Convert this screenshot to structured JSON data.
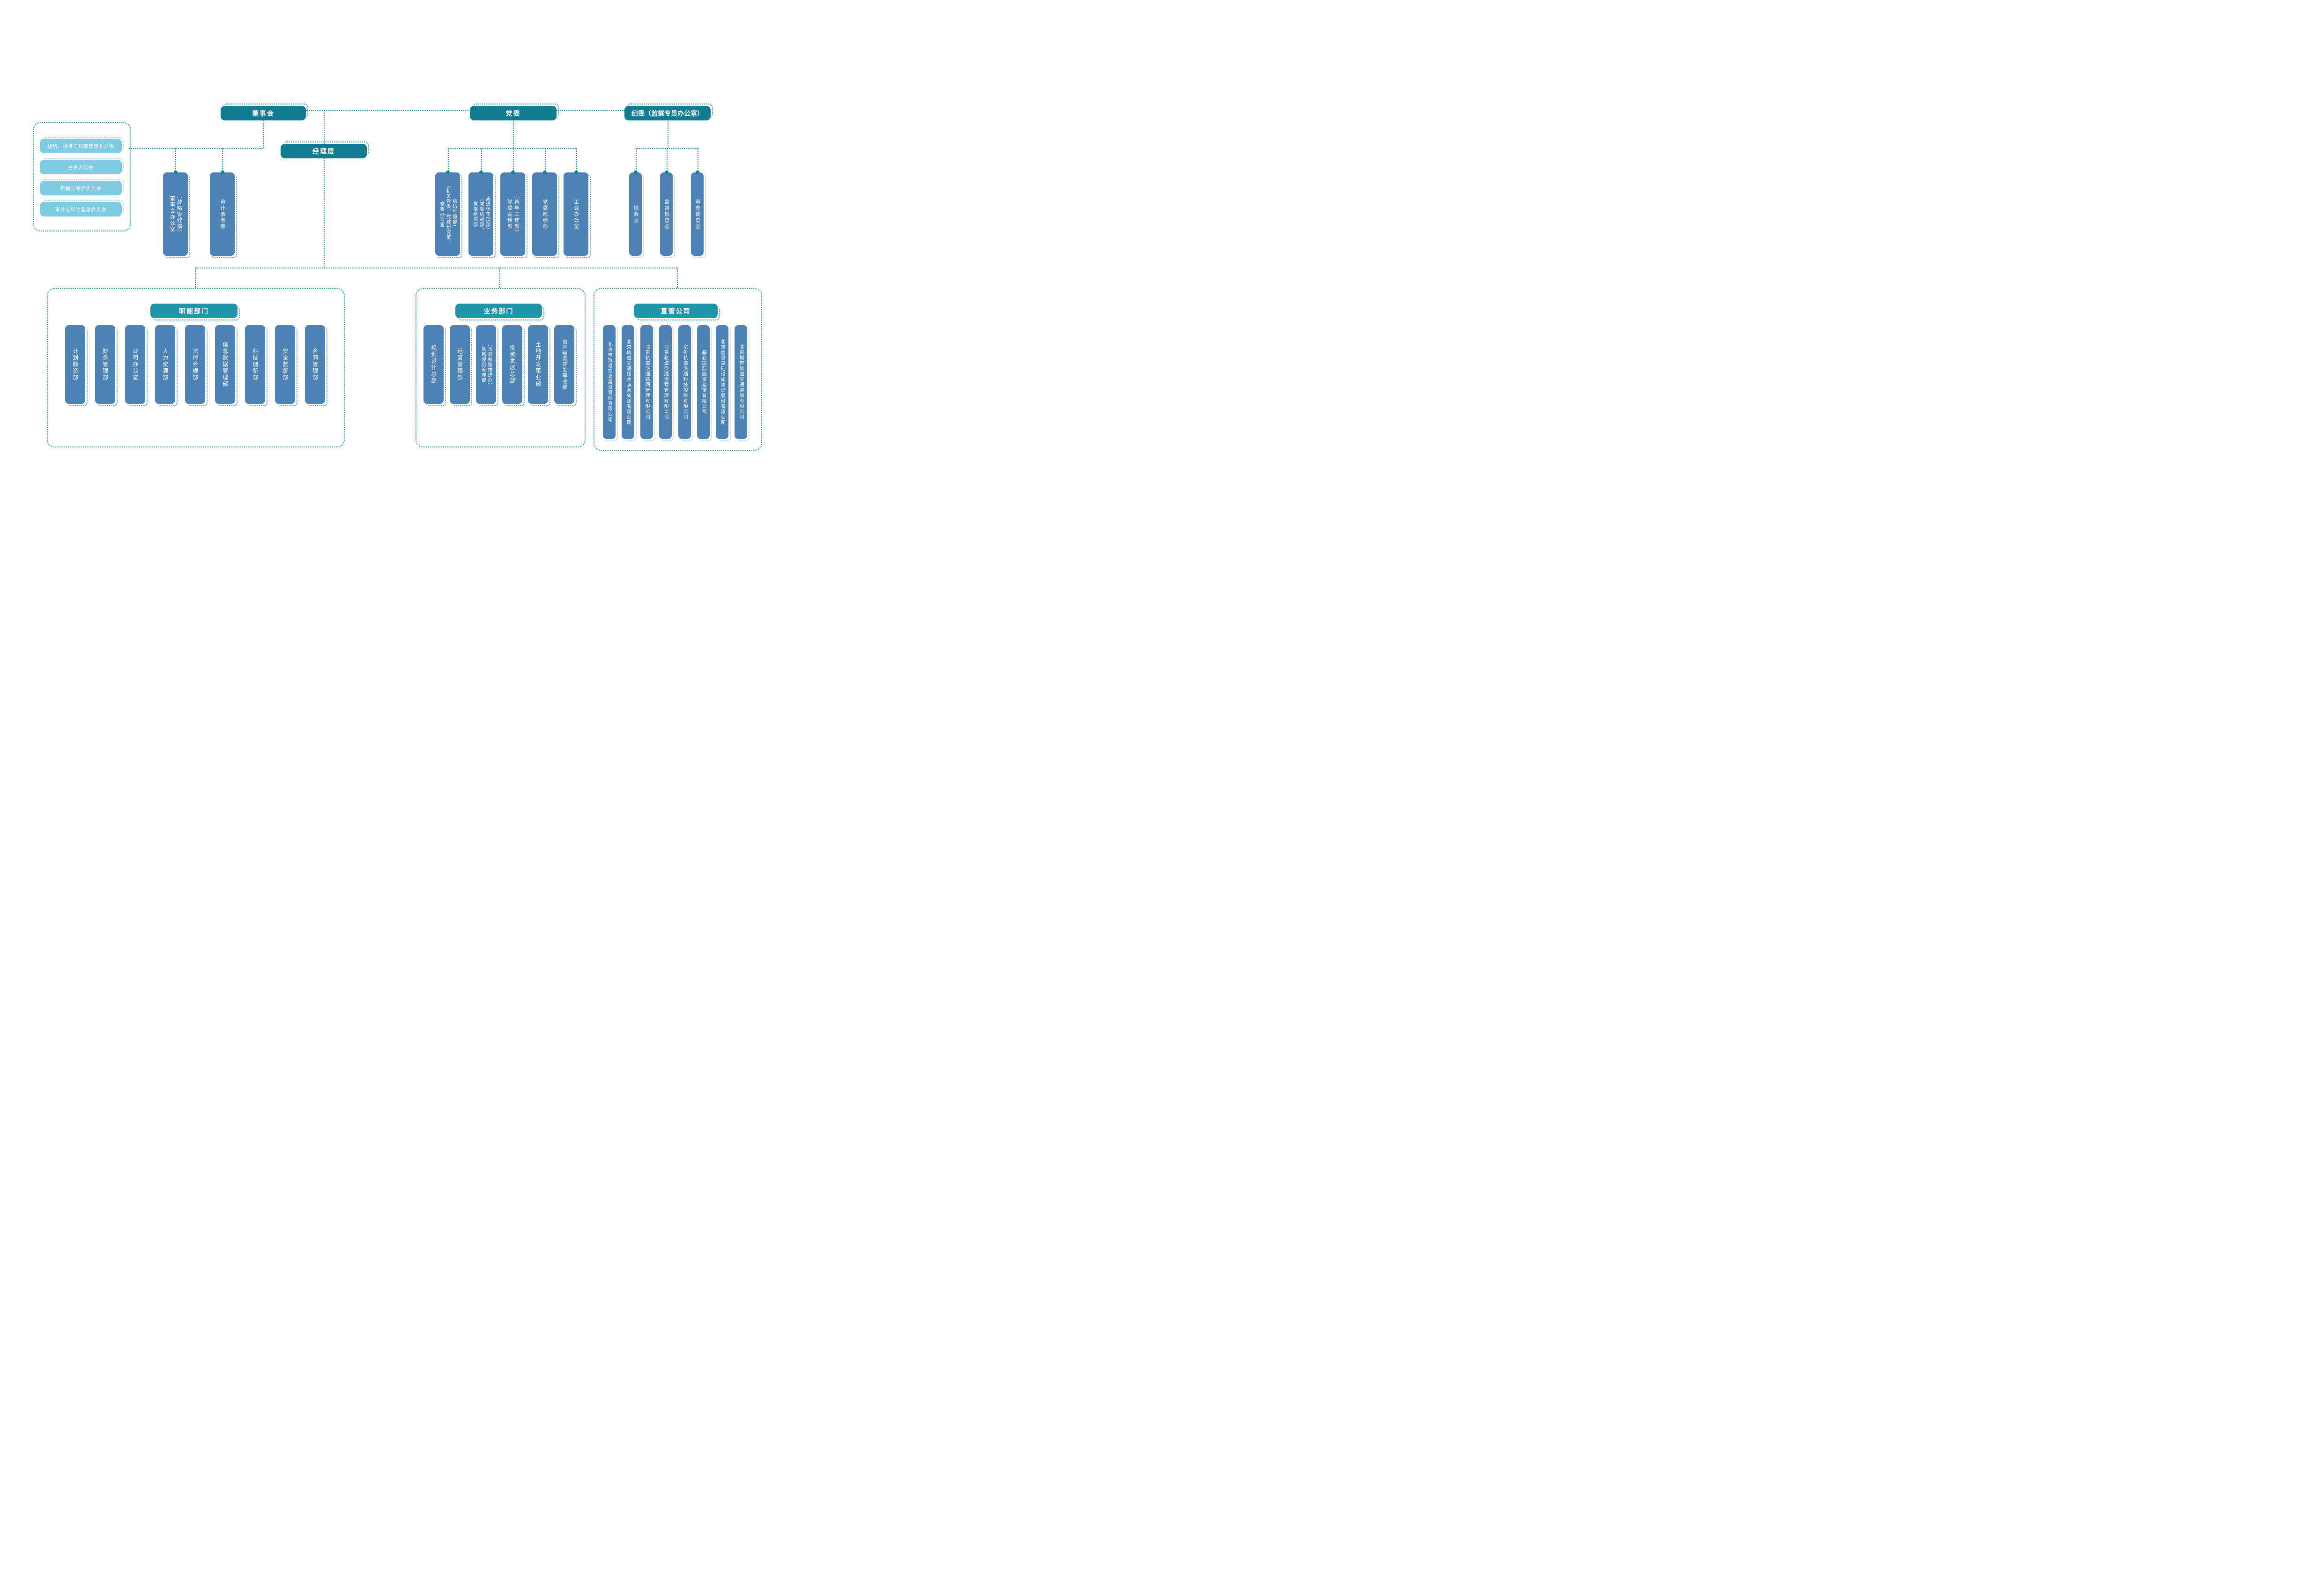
{
  "palette": {
    "teal_dark": "#107b8f",
    "teal_header": "#1e95a8",
    "steel_blue": "#4d82b4",
    "light_blue": "#7ecbe2",
    "connector": "#2e95aa"
  },
  "top": {
    "board": "董事会",
    "management": "经理层",
    "party": "党委",
    "discipline": "纪委（监察专员办公室）"
  },
  "committees": {
    "items": [
      "战略、投资与预算管理委员会",
      "提名委员会",
      "薪酬与考核委员会",
      "审计与风险管理委员会"
    ]
  },
  "board_children": [
    "董事会办公室\n（战略管理部）",
    "审计事务部"
  ],
  "party_children": [
    "党委办公室\n（机关党委、党建研究室、\n信访维稳部）",
    "党委组织部\n（党委统战部、\n离退休干部部）",
    "党委宣传部\n（青年工作部）",
    "党委巡察办",
    "工会办公室"
  ],
  "discipline_children": [
    "综合室",
    "监督检查室",
    "审查调查室"
  ],
  "groups": [
    {
      "title": "职能部门",
      "items": [
        "计划融资部",
        "财务管理部",
        "公司办公室",
        "人力资源部",
        "法律合规部",
        "信息数据管理部",
        "科技创新部",
        "安全监督部",
        "合同管理部"
      ]
    },
    {
      "title": "业务部门",
      "items": [
        "规划设计总部",
        "运营管理部",
        "铁路项目管理部\n（市郊铁路推进办）",
        "投资发展总部",
        "土地开发事业部",
        "资产经营开发事业部"
      ]
    },
    {
      "title": "直管公司",
      "items": [
        "北京市轨道交通建设管理有限公司",
        "北京轨道交通技术装备集团有限公司",
        "北京轨道交通路网管理有限公司",
        "北京轨道交通运营管理有限公司",
        "京投轨道交通科技控股有限公司",
        "基石国际融资租赁有限公司",
        "北京信息基础设施建设股份有限公司",
        "北京城市轨道交通咨询有限公司"
      ]
    }
  ]
}
